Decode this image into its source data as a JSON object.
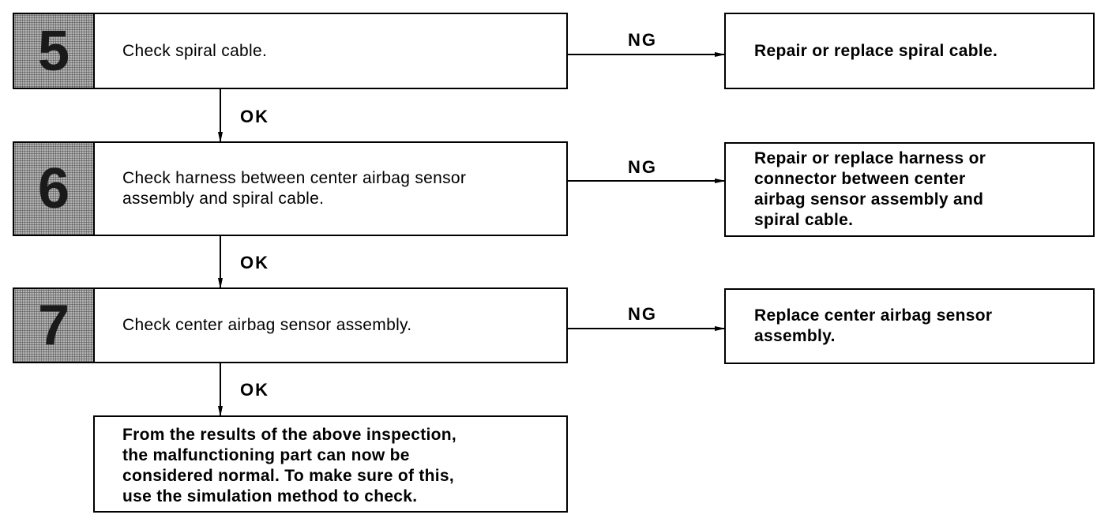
{
  "steps": [
    {
      "number": "5",
      "text": "Check spiral cable.",
      "ng_label": "NG",
      "ok_label": "OK",
      "ng_result": "Repair or replace spiral cable."
    },
    {
      "number": "6",
      "text": "Check harness between center airbag sensor\nassembly and spiral cable.",
      "ng_label": "NG",
      "ok_label": "OK",
      "ng_result": "Repair or replace harness or\nconnector between center\nairbag sensor assembly and\nspiral cable."
    },
    {
      "number": "7",
      "text": "Check center airbag sensor assembly.",
      "ng_label": "NG",
      "ok_label": "OK",
      "ng_result": "Replace center airbag sensor\nassembly."
    }
  ],
  "final_note": "From the results of the above inspection,\nthe malfunctioning part can now be\nconsidered normal. To make sure of this,\nuse the simulation method to check.",
  "colors": {
    "line": "#000000",
    "step_number_fill": "#9a9a9a"
  }
}
